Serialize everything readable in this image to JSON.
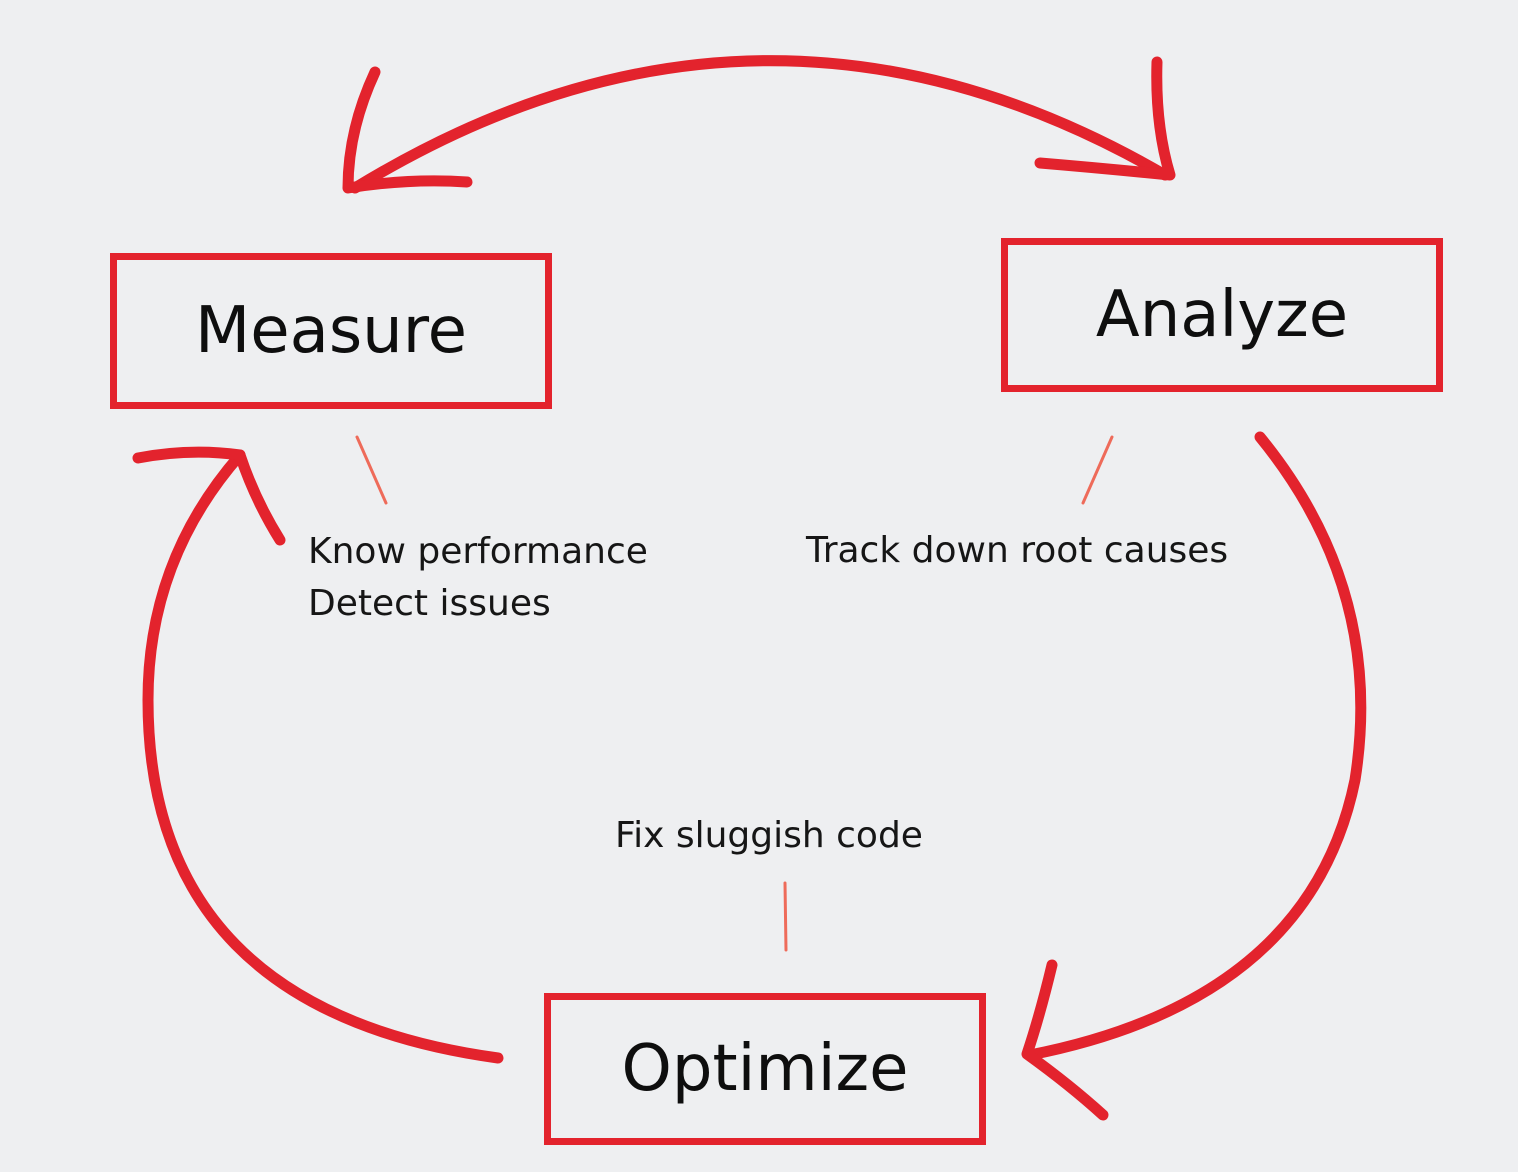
{
  "colors": {
    "accent": "#e3232d",
    "connector": "#ee6b5a",
    "background": "#eeeff1",
    "text": "#0e0e0e"
  },
  "stages": {
    "measure": {
      "label": "Measure",
      "notes": [
        "Know performance",
        "Detect issues"
      ]
    },
    "analyze": {
      "label": "Analyze",
      "notes": [
        "Track down root causes"
      ]
    },
    "optimize": {
      "label": "Optimize",
      "notes": [
        "Fix sluggish code"
      ]
    }
  },
  "flows": [
    {
      "from": "Measure",
      "to": "Analyze",
      "bidirectional": true
    },
    {
      "from": "Analyze",
      "to": "Optimize"
    },
    {
      "from": "Optimize",
      "to": "Measure"
    }
  ]
}
